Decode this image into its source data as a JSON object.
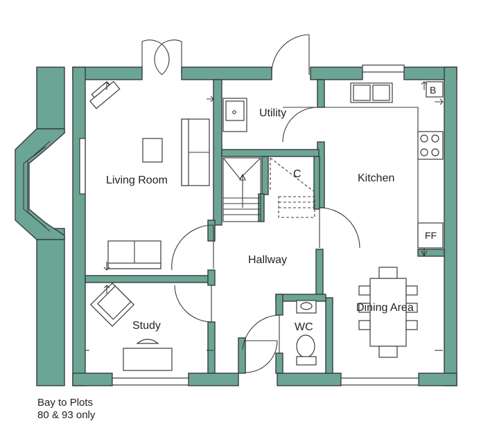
{
  "rooms": {
    "living_room": "Living Room",
    "utility": "Utility",
    "kitchen": "Kitchen",
    "c": "C",
    "hallway": "Hallway",
    "study": "Study",
    "wc": "WC",
    "dining_area": "Dining Area"
  },
  "marks": {
    "boiler": "B",
    "fridge_freezer": "FF"
  },
  "note": {
    "line1": "Bay to Plots",
    "line2": "80 & 93 only"
  },
  "colors": {
    "wall": "#6ba596",
    "outline": "#3a3a3a"
  }
}
